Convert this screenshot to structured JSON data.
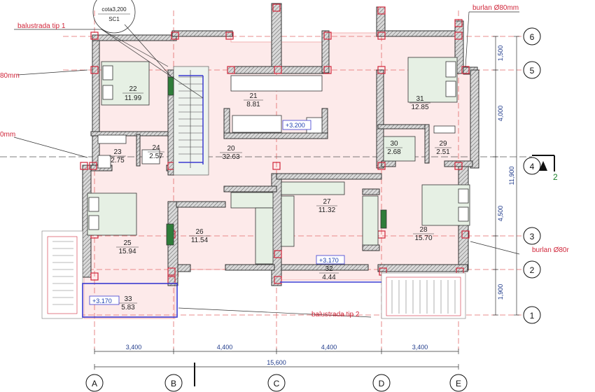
{
  "rooms": [
    {
      "num": "22",
      "area": "11.99"
    },
    {
      "num": "21",
      "area": "8.81"
    },
    {
      "num": "31",
      "area": "12.85"
    },
    {
      "num": "23",
      "area": "2.75"
    },
    {
      "num": "24",
      "area": "2.57"
    },
    {
      "num": "20",
      "area": "32.63"
    },
    {
      "num": "30",
      "area": "2.68"
    },
    {
      "num": "29",
      "area": "2.51"
    },
    {
      "num": "27",
      "area": "11.32"
    },
    {
      "num": "25",
      "area": "15.94"
    },
    {
      "num": "26",
      "area": "11.54"
    },
    {
      "num": "28",
      "area": "15.70"
    },
    {
      "num": "32",
      "area": "4.44"
    },
    {
      "num": "33",
      "area": "5.83"
    }
  ],
  "levels": {
    "bath": "+3.200",
    "balcony_mid": "+3.170",
    "balcony_left": "+3.170"
  },
  "section_mark": {
    "level": "cota3,200",
    "name": "SC1"
  },
  "labels": {
    "balustrada1": "balustrada tip 1",
    "balustrada2": "balustrada tip 2",
    "burlan_top": "burlan Ø80mm",
    "burlan_right": "burlan Ø80r",
    "left_80": "80mm",
    "left_0": "0mm"
  },
  "dims_bottom": [
    "3,400",
    "4,400",
    "4,400",
    "3,400"
  ],
  "dim_total": "15,600",
  "dims_right": [
    "1,500",
    "4,000",
    "4,500",
    "1,900"
  ],
  "dim_right_total": "11,900",
  "axes_x": [
    "A",
    "B",
    "C",
    "D",
    "E"
  ],
  "axes_y": [
    "6",
    "5",
    "4",
    "3",
    "2",
    "1"
  ],
  "section_cut": "2"
}
